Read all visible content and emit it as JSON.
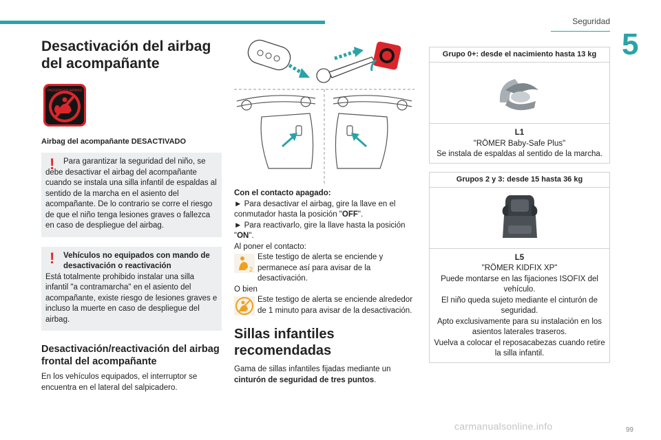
{
  "header": {
    "section": "Seguridad",
    "chapter": "5",
    "page_number": "99"
  },
  "watermark": "carmanualsonline.info",
  "col1": {
    "title": "Desactivación del airbag del acompañante",
    "icon_text": "PASSENGER AIRBAG",
    "caption": "Airbag del acompañante DESACTIVADO",
    "warn1_text": "Para garantizar la seguridad del niño, se debe desactivar el airbag del acompañante cuando se instala una silla infantil de espaldas al sentido de la marcha en el asiento del acompañante. De lo contrario se corre el riesgo de que el niño tenga lesiones graves o fallezca en caso de despliegue del airbag.",
    "warn2_title": "Vehículos no equipados con mando de desactivación o reactivación",
    "warn2_text": "Está totalmente prohibido instalar una silla infantil \"a contramarcha\" en el asiento del acompañante, existe riesgo de lesiones graves e incluso la muerte en caso de despliegue del airbag.",
    "h2": "Desactivación/reactivación del airbag frontal del acompañante",
    "para": "En los vehículos equipados, el interruptor se encuentra en el lateral del salpicadero."
  },
  "col2": {
    "cond_off": "Con el contacto apagado:",
    "step1_a": "► Para desactivar el airbag, gire la llave en el conmutador hasta la posición \"",
    "step1_b": "OFF",
    "step1_c": "\".",
    "step2_a": "► Para reactivarlo, gire la llave hasta la posición \"",
    "step2_b": "ON",
    "step2_c": "\".",
    "cond_on": "Al poner el contacto:",
    "lamp1": "Este testigo de alerta se enciende y permanece así para avisar de la desactivación.",
    "or": "O bien",
    "lamp2": "Este testigo de alerta se enciende alrededor de 1 minuto para avisar de la desactivación.",
    "h3": "Sillas infantiles recomendadas",
    "gamma_a": "Gama de sillas infantiles fijadas mediante un ",
    "gamma_b": "cinturón de seguridad de tres puntos",
    "gamma_c": "."
  },
  "col3": {
    "card1": {
      "header": "Grupo 0+: desde el nacimiento hasta 13 kg",
      "code": "L1",
      "name": "\"RÖMER Baby-Safe Plus\"",
      "desc": "Se instala de espaldas al sentido de la marcha."
    },
    "card2": {
      "header": "Grupos 2 y 3: desde 15 hasta 36 kg",
      "code": "L5",
      "name": "\"RÖMER KIDFIX XP\"",
      "d1": "Puede montarse en las fijaciones ISOFIX del vehículo.",
      "d2": "El niño queda sujeto mediante el cinturón de seguridad.",
      "d3": "Apto exclusivamente para su instalación en los asientos laterales traseros.",
      "d4": "Vuelva a colocar el reposacabezas cuando retire la silla infantil."
    }
  },
  "colors": {
    "accent": "#2aa3a8",
    "warning": "#e3262d",
    "note_bg": "#eceeef"
  }
}
